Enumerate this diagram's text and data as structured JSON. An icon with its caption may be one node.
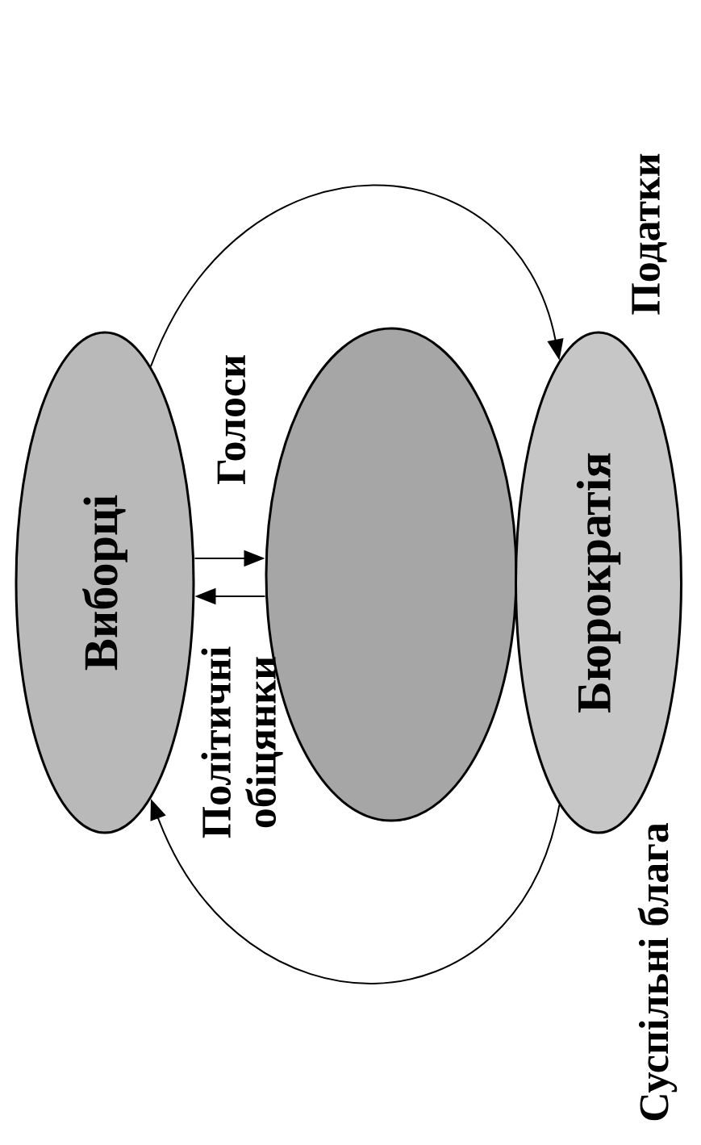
{
  "diagram": {
    "nodes": [
      {
        "text": [
          "Виборці"
        ]
      },
      {
        "text": [],
        "shape": "ellipse"
      },
      {
        "text": [
          "Бюрократія"
        ]
      }
    ],
    "edges": [
      {
        "from": 0,
        "to": 1,
        "arrow": "to",
        "label": "Голоси"
      },
      {
        "from": 1,
        "to": 0,
        "arrow": "to",
        "label": "Політичні обіцянки"
      },
      {
        "from": 0,
        "to": 2,
        "arrow": "to",
        "label": "Податки"
      },
      {
        "from": 2,
        "to": 0,
        "arrow": "to",
        "label": "Суспільні блага"
      }
    ]
  }
}
